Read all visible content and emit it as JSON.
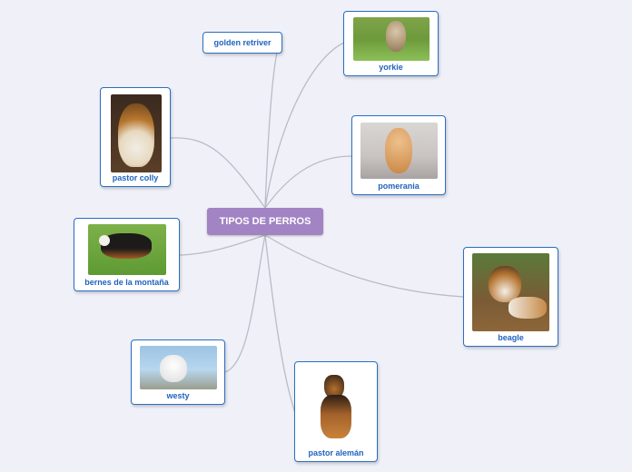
{
  "central": {
    "label": "TIPOS DE PERROS"
  },
  "nodes": {
    "golden": {
      "label": "golden retriver"
    },
    "yorkie": {
      "label": "yorkie"
    },
    "colly": {
      "label": "pastor colly"
    },
    "pomerania": {
      "label": "pomerania"
    },
    "bernes": {
      "label": "bernes de la montaña"
    },
    "beagle": {
      "label": "beagle"
    },
    "westy": {
      "label": "westy"
    },
    "aleman": {
      "label": "pastor alemán"
    }
  },
  "colors": {
    "central": "#a283c3",
    "border": "#2b6ec4",
    "label": "#2063bf",
    "link": "#b9bcc6"
  }
}
